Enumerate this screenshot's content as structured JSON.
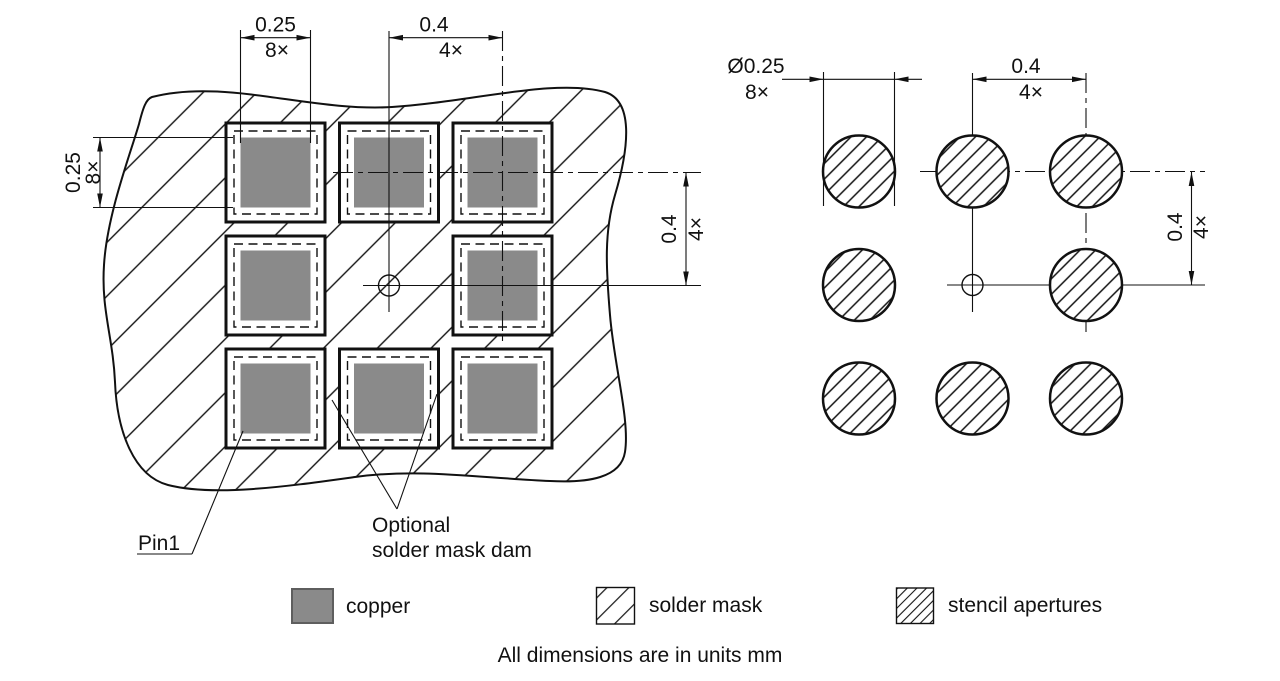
{
  "colors": {
    "copper": "#8a8a8a",
    "line": "#111111"
  },
  "left_view": {
    "description": "PCB land pattern with copper pads and solder mask",
    "dims": {
      "pad_size_top": {
        "value": "0.25",
        "count": "8×"
      },
      "pitch_top": {
        "value": "0.4",
        "count": "4×"
      },
      "pad_size_left": {
        "value": "0.25",
        "count": "8×"
      },
      "pitch_right": {
        "value": "0.4",
        "count": "4×"
      }
    },
    "labels": {
      "pin1": "Pin1",
      "dam_line1": "Optional",
      "dam_line2": "solder mask dam"
    }
  },
  "right_view": {
    "description": "Stencil aperture pattern",
    "dims": {
      "aperture_diameter": {
        "value": "Ø0.25",
        "count": "8×"
      },
      "pitch_top": {
        "value": "0.4",
        "count": "4×"
      },
      "pitch_right": {
        "value": "0.4",
        "count": "4×"
      }
    }
  },
  "legend": {
    "copper": "copper",
    "solder_mask": "solder mask",
    "stencil_apertures": "stencil apertures"
  },
  "footnote": "All dimensions are in units mm"
}
